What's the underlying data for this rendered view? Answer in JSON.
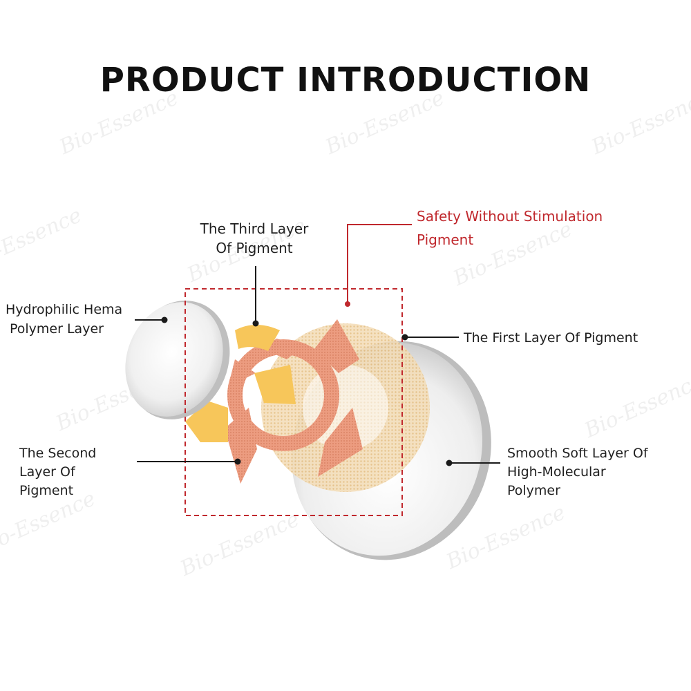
{
  "title": "PRODUCT  INTRODUCTION",
  "watermark": "Bio-Essence",
  "labels": {
    "safety_line1": "Safety Without Stimulation",
    "safety_line2": "Pigment",
    "third_line1": "The Third Layer",
    "third_line2": "Of Pigment",
    "hema_line1": "Hydrophilic Hema",
    "hema_line2": "Polymer Layer",
    "first": "The First Layer Of Pigment",
    "second_line1": "The Second",
    "second_line2": "Layer Of",
    "second_line3": "Pigment",
    "smooth_line1": "Smooth Soft Layer Of",
    "smooth_line2": "High-Molecular",
    "smooth_line3": "Polymer"
  },
  "colors": {
    "accent_red": "#c0282d",
    "pigment_orange": "#e79a7c",
    "pigment_yellow": "#f7c65a",
    "pigment_tan": "#efd3a4",
    "lens_gray": "#d9d9d9"
  }
}
